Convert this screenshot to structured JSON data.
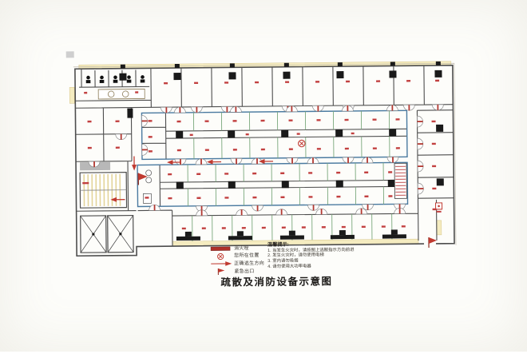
{
  "title": "疏散及消防设备示意图",
  "legend": {
    "items": [
      {
        "icon": "fire-hydrant-bar",
        "label": "消火栓"
      },
      {
        "icon": "current-location-marker",
        "label": "您所在位置"
      },
      {
        "icon": "escape-direction-arrow",
        "label": "正确逃生方向"
      },
      {
        "icon": "emergency-exit-flag",
        "label": "紧急出口"
      }
    ]
  },
  "notice": {
    "heading": "温馨提示:",
    "lines": [
      "1. 当发生火灾时，请按图上逃散指示方向前进",
      "2. 发生火灾时，请勿使用电梯",
      "3. 室内请勿吸烟",
      "4. 请勿使用大功率电器"
    ]
  },
  "colors": {
    "wall": "#4d4d4d",
    "island_outline": "#4a7aa0",
    "partition_green": "#7aa87c",
    "door_red": "#b23830",
    "marker_red": "#c03a30",
    "number_red": "#c24040",
    "window_yellow": "#f5ecc0",
    "column_black": "#1a1a1a"
  }
}
